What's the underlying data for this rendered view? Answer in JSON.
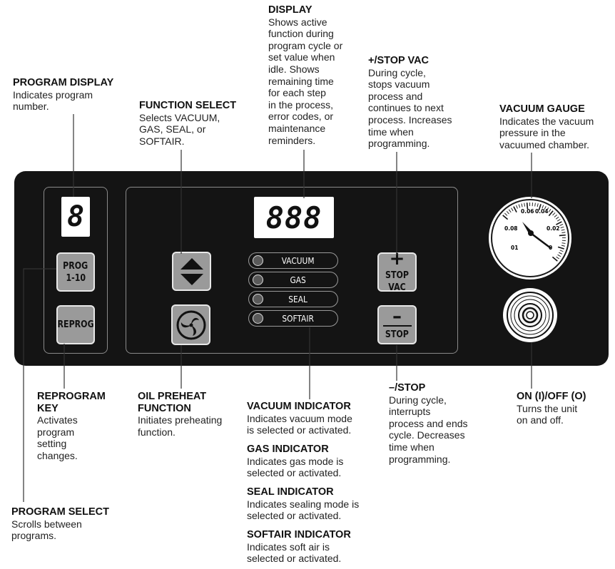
{
  "callouts": {
    "display": {
      "title": "DISPLAY",
      "desc": "Shows active\nfunction during\nprogram cycle or\nset value when\nidle. Shows\nremaining time\nfor each step\nin the process,\nerror codes, or\nmaintenance\nreminders."
    },
    "stop_vac": {
      "title": "+/STOP VAC",
      "desc": "During cycle,\nstops vacuum\nprocess and\ncontinues to next\nprocess. Increases\ntime when\nprogramming."
    },
    "program_display": {
      "title": "PROGRAM DISPLAY",
      "desc": "Indicates program\nnumber."
    },
    "function_select": {
      "title": "FUNCTION SELECT",
      "desc": "Selects VACUUM,\nGAS, SEAL, or\nSOFTAIR."
    },
    "vacuum_gauge": {
      "title": "VACUUM GAUGE",
      "desc": "Indicates the vacuum\npressure in the\nvacuumed chamber."
    },
    "reprogram_key": {
      "title": "REPROGRAM\nKEY",
      "desc": "Activates\nprogram\nsetting\nchanges."
    },
    "oil_preheat": {
      "title": "OIL PREHEAT\nFUNCTION",
      "desc": "Initiates preheating\nfunction."
    },
    "vacuum_indicator": {
      "title": "VACUUM INDICATOR",
      "desc": "Indicates vacuum mode\nis selected or activated."
    },
    "gas_indicator": {
      "title": "GAS INDICATOR",
      "desc": "Indicates gas mode is\nselected or activated."
    },
    "seal_indicator": {
      "title": "SEAL INDICATOR",
      "desc": "Indicates sealing mode is\nselected or activated."
    },
    "softair_indicator": {
      "title": "SOFTAIR INDICATOR",
      "desc": "Indicates soft air is\nselected or activated."
    },
    "minus_stop": {
      "title": "–/STOP",
      "desc": "During cycle,\ninterrupts\nprocess and ends\ncycle. Decreases\ntime when\nprogramming."
    },
    "on_off": {
      "title": "ON (I)/OFF (O)",
      "desc": "Turns the unit\non and off."
    },
    "program_select": {
      "title": "PROGRAM SELECT",
      "desc": "Scrolls between\nprograms."
    }
  },
  "panel": {
    "program_digit": "8",
    "main_digits": "888",
    "prog_key": {
      "line1": "PROG",
      "line2": "1-10"
    },
    "reprog_key": "REPROG",
    "plus_key": {
      "symbol": "+",
      "label": "STOP VAC"
    },
    "minus_key": {
      "symbol": "–",
      "label": "STOP"
    },
    "indicators": [
      "VACUUM",
      "GAS",
      "SEAL",
      "SOFTAIR"
    ],
    "gauge_labels": [
      "0.06",
      "0.04",
      "0.08",
      "0.02",
      "01",
      "0"
    ]
  },
  "colors": {
    "panel": "#141414",
    "key": "#9a9a9a",
    "display": "#ffffff",
    "leader": "#333333"
  }
}
